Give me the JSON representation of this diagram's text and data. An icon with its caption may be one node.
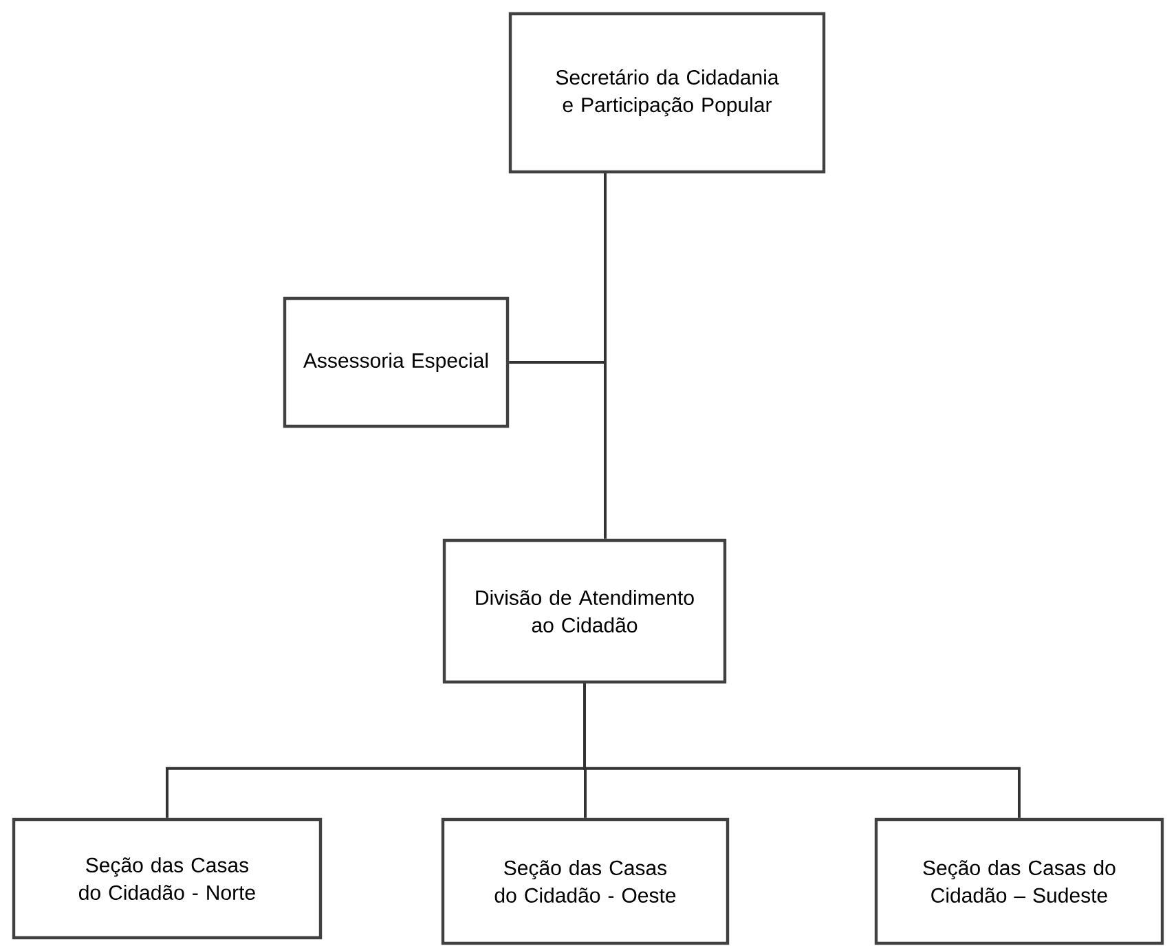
{
  "diagram": {
    "nodes": [
      {
        "text": [
          "Secretário da Cidadania e Participação Popular"
        ]
      },
      {
        "text": [
          "Assessoria Especial"
        ]
      },
      {
        "text": [
          "Divisão de Atendimento ao Cidadão"
        ]
      },
      {
        "text": [
          "Seção das Casas do Cidadão - Norte"
        ]
      },
      {
        "text": [
          "Seção das Casas do Cidadão - Oeste"
        ]
      },
      {
        "text": [
          "Seção das Casas do Cidadão – Sudeste"
        ]
      }
    ],
    "edges": [
      {
        "from": 0,
        "to": 2,
        "arrow": "none"
      },
      {
        "from": 0,
        "to": 1,
        "arrow": "none"
      },
      {
        "from": 2,
        "to": 3,
        "arrow": "none"
      },
      {
        "from": 2,
        "to": 4,
        "arrow": "none"
      },
      {
        "from": 2,
        "to": 5,
        "arrow": "none"
      }
    ]
  }
}
